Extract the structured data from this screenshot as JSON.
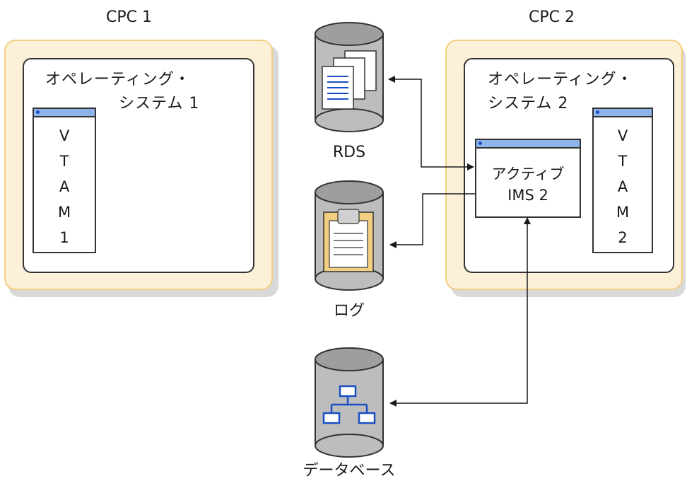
{
  "cpc1": {
    "title": "CPC 1",
    "os_label_line1": "オペレーティング・",
    "os_label_line2": "システム 1",
    "vtam_chars": [
      "V",
      "T",
      "A",
      "M",
      "1"
    ]
  },
  "cpc2": {
    "title": "CPC 2",
    "os_label_line1": "オペレーティング・",
    "os_label_line2": "システム 2",
    "vtam_chars": [
      "V",
      "T",
      "A",
      "M",
      "2"
    ],
    "ims_line1": "アクティブ",
    "ims_line2": "IMS 2"
  },
  "stores": {
    "rds": "RDS",
    "log": "ログ",
    "database": "データベース"
  },
  "colors": {
    "cpc_fill": "#fdf0d8",
    "cpc_border": "#f2cf82",
    "window_bar": "#8fb4ec",
    "icon_blue": "#1a4fc4",
    "cylinder_fill": "#bdbdbd"
  }
}
